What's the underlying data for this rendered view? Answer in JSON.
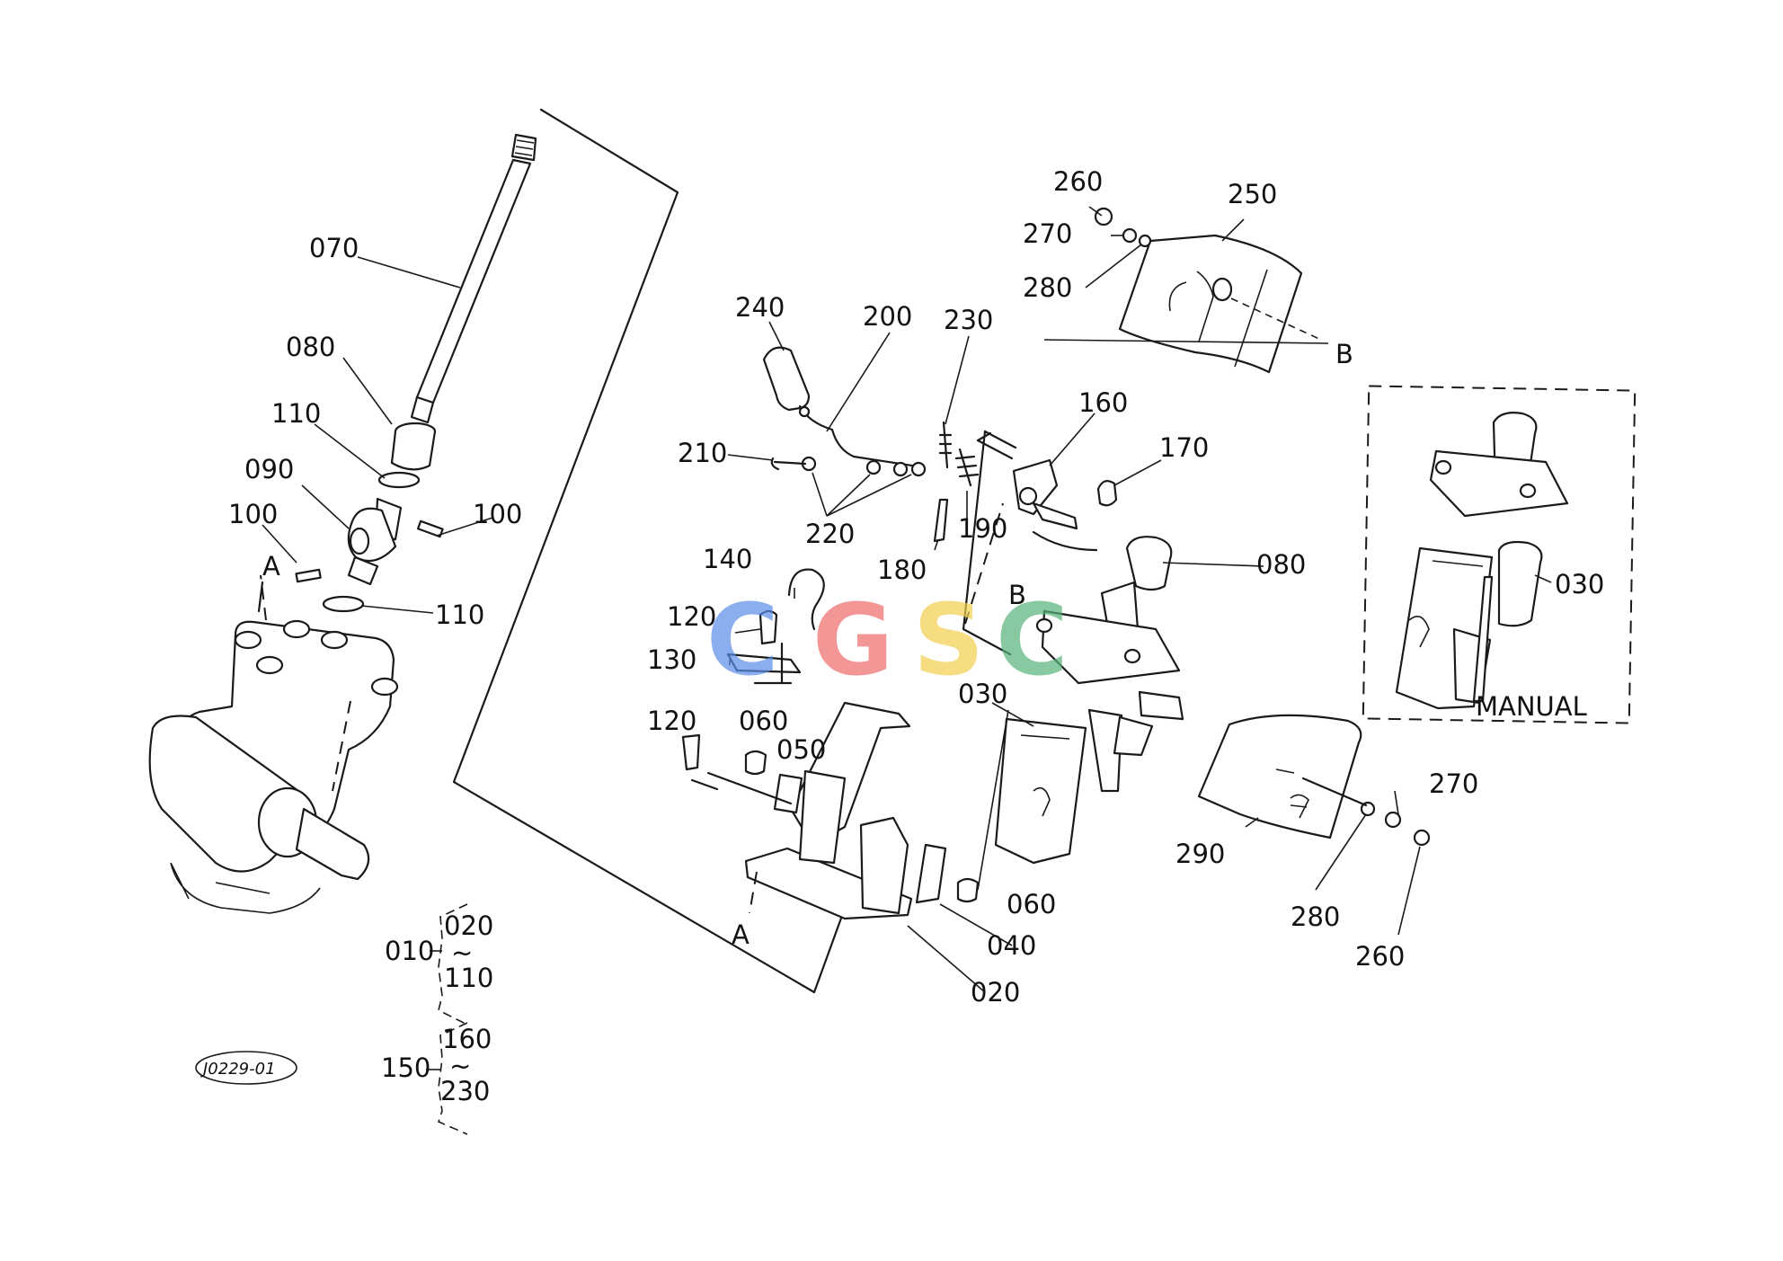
{
  "diagram": {
    "drawing_code": "J0229-01",
    "watermark": {
      "letters": [
        "C",
        "G",
        "S",
        "C"
      ],
      "colors": [
        "#5b8de8",
        "#ee6b6b",
        "#f3cf4e",
        "#58b37a"
      ]
    },
    "section_markers": {
      "a_top": "A",
      "a_bottom": "A",
      "b_right": "B",
      "b_left": "B"
    },
    "manual_box_label": "MANUAL",
    "labels": {
      "p070": "070",
      "p080_left": "080",
      "p110_upper": "110",
      "p090": "090",
      "p100_left": "100",
      "p100_right": "100",
      "p110_lower": "110",
      "p240": "240",
      "p200": "200",
      "p230": "230",
      "p210": "210",
      "p220": "220",
      "p180": "180",
      "p190": "190",
      "p260_top": "260",
      "p270_top": "270",
      "p280_top": "280",
      "p250": "250",
      "p160": "160",
      "p170": "170",
      "p140": "140",
      "p120_upper": "120",
      "p130": "130",
      "p120_lower": "120",
      "p060_upper": "060",
      "p050": "050",
      "p080_right": "080",
      "p030_center": "030",
      "p030_manual": "030",
      "p290": "290",
      "p270_right": "270",
      "p280_right": "280",
      "p260_right": "260",
      "p060_lower": "060",
      "p040": "040",
      "p020": "020"
    },
    "legend": [
      {
        "parent": "010",
        "from": "020",
        "sep": "~",
        "to": "110"
      },
      {
        "parent": "150",
        "from": "160",
        "sep": "~",
        "to": "230"
      }
    ]
  }
}
